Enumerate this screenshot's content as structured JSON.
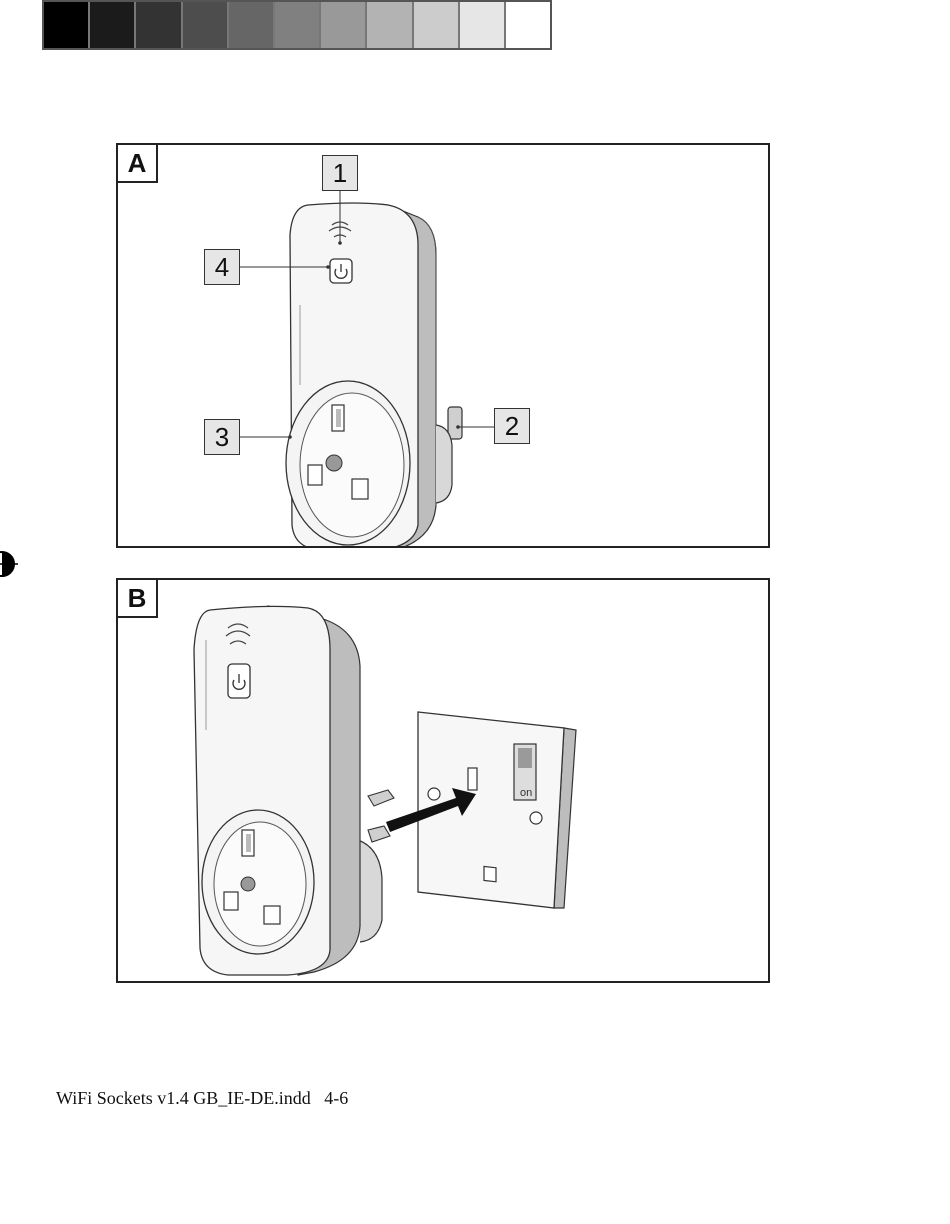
{
  "calibration_bar": {
    "swatches": [
      "#000000",
      "#1b1b1b",
      "#333333",
      "#4d4d4d",
      "#666666",
      "#808080",
      "#999999",
      "#b3b3b3",
      "#cccccc",
      "#e6e6e6",
      "#ffffff"
    ]
  },
  "panel_a": {
    "letter": "A",
    "callouts": [
      "1",
      "2",
      "3",
      "4"
    ]
  },
  "panel_b": {
    "letter": "B",
    "switch_label": "on"
  },
  "footer": {
    "file": "WiFi Sockets v1.4 GB_IE-DE.indd",
    "pages": "4-6"
  }
}
